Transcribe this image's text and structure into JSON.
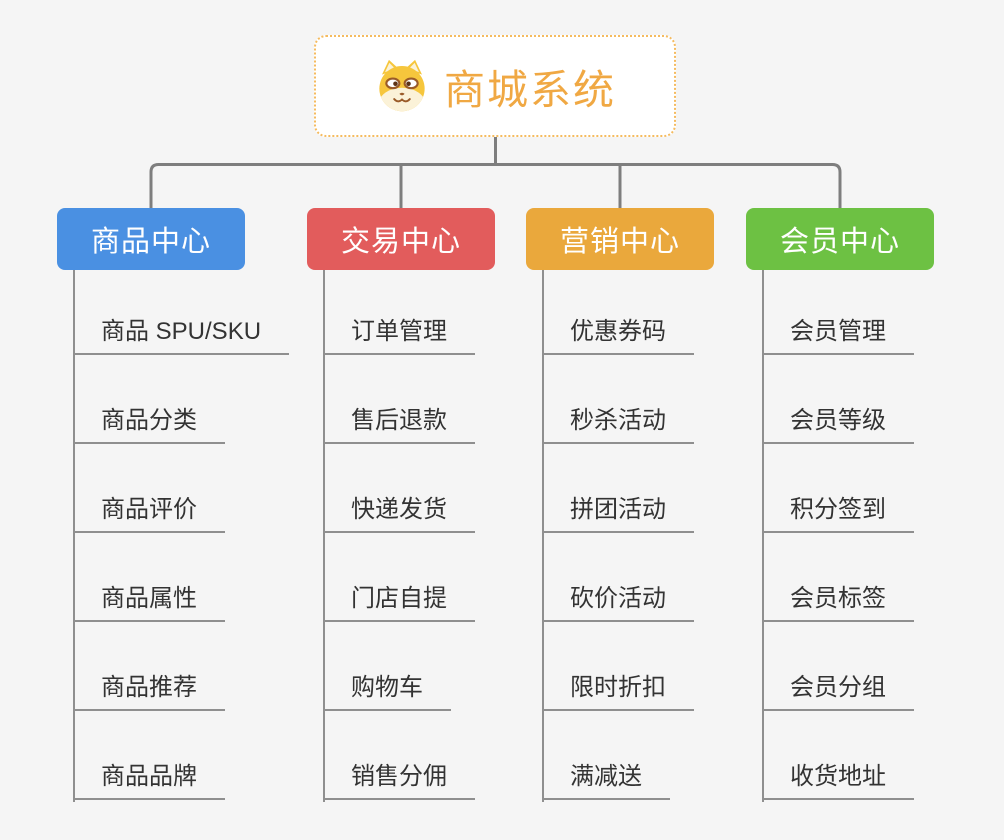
{
  "root": {
    "title": "商城系统",
    "icon": "shiba-dog-icon"
  },
  "colors": {
    "background": "#F5F5F5",
    "root_text": "#F0A843",
    "root_border": "#F5BB5F",
    "connector": "#7E7E7E",
    "leaf_line": "#8F8F8F",
    "leaf_text": "#333333"
  },
  "branches": [
    {
      "label": "商品中心",
      "color": "#4A90E2",
      "items": [
        "商品 SPU/SKU",
        "商品分类",
        "商品评价",
        "商品属性",
        "商品推荐",
        "商品品牌"
      ]
    },
    {
      "label": "交易中心",
      "color": "#E25C5C",
      "items": [
        "订单管理",
        "售后退款",
        "快递发货",
        "门店自提",
        "购物车",
        "销售分佣"
      ]
    },
    {
      "label": "营销中心",
      "color": "#EAA83C",
      "items": [
        "优惠券码",
        "秒杀活动",
        "拼团活动",
        "砍价活动",
        "限时折扣",
        "满减送"
      ]
    },
    {
      "label": "会员中心",
      "color": "#6DC143",
      "items": [
        "会员管理",
        "会员等级",
        "积分签到",
        "会员标签",
        "会员分组",
        "收货地址"
      ]
    }
  ]
}
